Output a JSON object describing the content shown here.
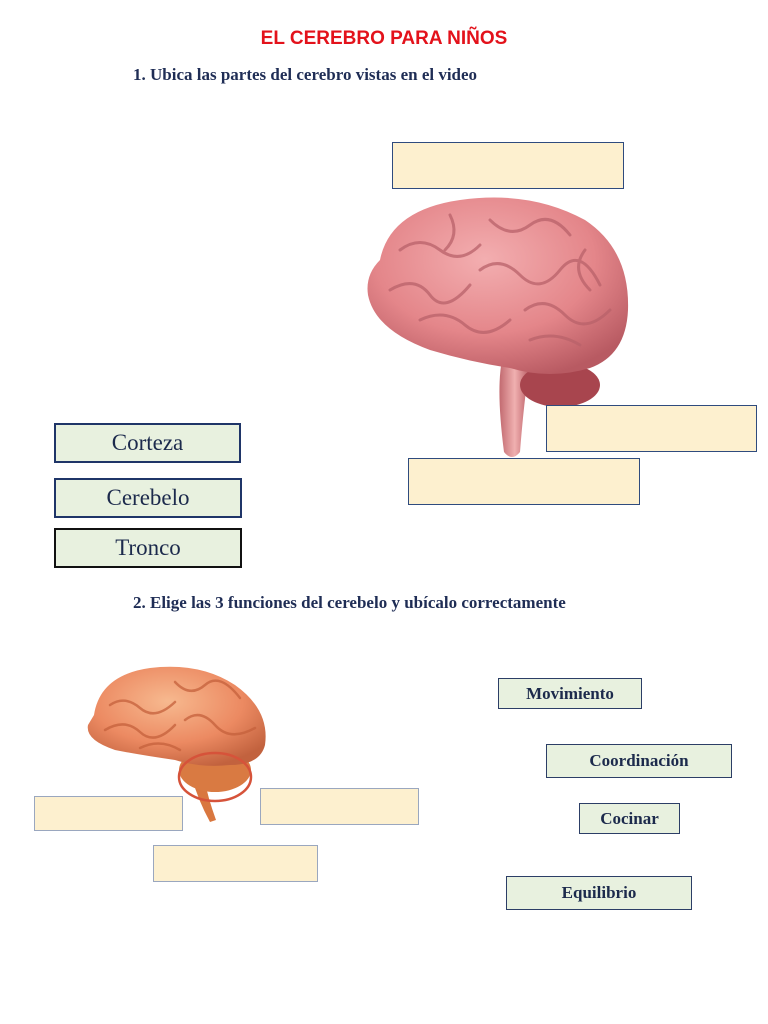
{
  "title": "EL CEREBRO PARA NIÑOS",
  "question1": "1.  Ubica las partes del cerebro  vistas en el video",
  "question2": "2.  Elige las 3 funciones del cerebelo y ubícalo correctamente",
  "part_words": [
    "Corteza",
    "Cerebelo",
    "Tronco"
  ],
  "function_words": [
    "Movimiento",
    "Coordinación",
    "Cocinar",
    "Equilibrio"
  ],
  "colors": {
    "title": "#e3121b",
    "question_text": "#1f2d55",
    "blank_fill": "#fdf0cf",
    "word_fill": "#e8f1df",
    "word_border": "#1f3568"
  },
  "images": [
    "brain-side-view",
    "brain-with-cerebellum-highlight"
  ]
}
